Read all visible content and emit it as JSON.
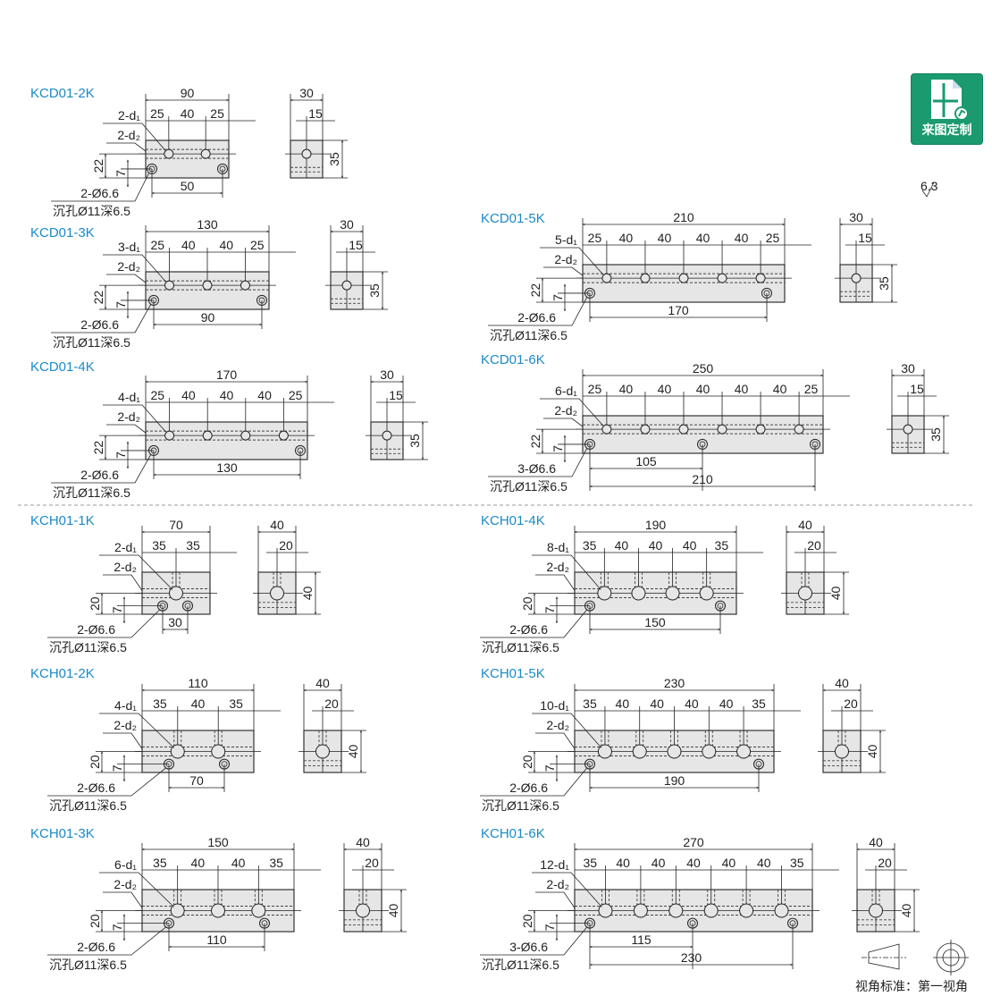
{
  "logo": {
    "text": "来图定制"
  },
  "roughness": "6.3",
  "view_standard": "视角标准：第一视角",
  "counterbore_note": "沉孔Ø11深6.5",
  "d2_label": "2-d₂",
  "parts": [
    {
      "label": "KCD01-2K",
      "type": "KCD",
      "total": "90",
      "segments": [
        "25",
        "40",
        "25"
      ],
      "holes_label": "2-d₁",
      "left_dims": [
        "22",
        "7"
      ],
      "mount_label": "2-Ø6.6",
      "mount_dims": [
        "50"
      ],
      "side": {
        "width": "30",
        "half": "15",
        "height": "35"
      }
    },
    {
      "label": "KCD01-3K",
      "type": "KCD",
      "total": "130",
      "segments": [
        "25",
        "40",
        "40",
        "25"
      ],
      "holes_label": "3-d₁",
      "left_dims": [
        "22",
        "7"
      ],
      "mount_label": "2-Ø6.6",
      "mount_dims": [
        "90"
      ],
      "side": {
        "width": "30",
        "half": "15",
        "height": "35"
      }
    },
    {
      "label": "KCD01-4K",
      "type": "KCD",
      "total": "170",
      "segments": [
        "25",
        "40",
        "40",
        "40",
        "25"
      ],
      "holes_label": "4-d₁",
      "left_dims": [
        "22",
        "7"
      ],
      "mount_label": "2-Ø6.6",
      "mount_dims": [
        "130"
      ],
      "side": {
        "width": "30",
        "half": "15",
        "height": "35"
      }
    },
    {
      "label": "KCD01-5K",
      "type": "KCD",
      "total": "210",
      "segments": [
        "25",
        "40",
        "40",
        "40",
        "40",
        "25"
      ],
      "holes_label": "5-d₁",
      "left_dims": [
        "22",
        "7"
      ],
      "mount_label": "2-Ø6.6",
      "mount_dims": [
        "170"
      ],
      "side": {
        "width": "30",
        "half": "15",
        "height": "35"
      }
    },
    {
      "label": "KCD01-6K",
      "type": "KCD",
      "total": "250",
      "segments": [
        "25",
        "40",
        "40",
        "40",
        "40",
        "40",
        "25"
      ],
      "holes_label": "6-d₁",
      "left_dims": [
        "22",
        "7"
      ],
      "mount_label": "3-Ø6.6",
      "mount_dims": [
        "105",
        "210"
      ],
      "side": {
        "width": "30",
        "half": "15",
        "height": "35"
      }
    },
    {
      "label": "KCH01-1K",
      "type": "KCH",
      "total": "70",
      "segments": [
        "35",
        "35"
      ],
      "holes_label": "2-d₁",
      "left_dims": [
        "20",
        "7"
      ],
      "mount_label": "2-Ø6.6",
      "mount_dims": [
        "30"
      ],
      "side": {
        "width": "40",
        "half": "20",
        "height": "40"
      }
    },
    {
      "label": "KCH01-2K",
      "type": "KCH",
      "total": "110",
      "segments": [
        "35",
        "40",
        "35"
      ],
      "holes_label": "4-d₁",
      "left_dims": [
        "20",
        "7"
      ],
      "mount_label": "2-Ø6.6",
      "mount_dims": [
        "70"
      ],
      "side": {
        "width": "40",
        "half": "20",
        "height": "40"
      }
    },
    {
      "label": "KCH01-3K",
      "type": "KCH",
      "total": "150",
      "segments": [
        "35",
        "40",
        "40",
        "35"
      ],
      "holes_label": "6-d₁",
      "left_dims": [
        "20",
        "7"
      ],
      "mount_label": "2-Ø6.6",
      "mount_dims": [
        "110"
      ],
      "side": {
        "width": "40",
        "half": "20",
        "height": "40"
      }
    },
    {
      "label": "KCH01-4K",
      "type": "KCH",
      "total": "190",
      "segments": [
        "35",
        "40",
        "40",
        "40",
        "35"
      ],
      "holes_label": "8-d₁",
      "left_dims": [
        "20",
        "7"
      ],
      "mount_label": "2-Ø6.6",
      "mount_dims": [
        "150"
      ],
      "side": {
        "width": "40",
        "half": "20",
        "height": "40"
      }
    },
    {
      "label": "KCH01-5K",
      "type": "KCH",
      "total": "230",
      "segments": [
        "35",
        "40",
        "40",
        "40",
        "40",
        "35"
      ],
      "holes_label": "10-d₁",
      "left_dims": [
        "20",
        "7"
      ],
      "mount_label": "2-Ø6.6",
      "mount_dims": [
        "190"
      ],
      "side": {
        "width": "40",
        "half": "20",
        "height": "40"
      }
    },
    {
      "label": "KCH01-6K",
      "type": "KCH",
      "total": "270",
      "segments": [
        "35",
        "40",
        "40",
        "40",
        "40",
        "40",
        "35"
      ],
      "holes_label": "12-d₁",
      "left_dims": [
        "20",
        "7"
      ],
      "mount_label": "3-Ø6.6",
      "mount_dims": [
        "115",
        "230"
      ],
      "side": {
        "width": "40",
        "half": "20",
        "height": "40"
      }
    }
  ]
}
